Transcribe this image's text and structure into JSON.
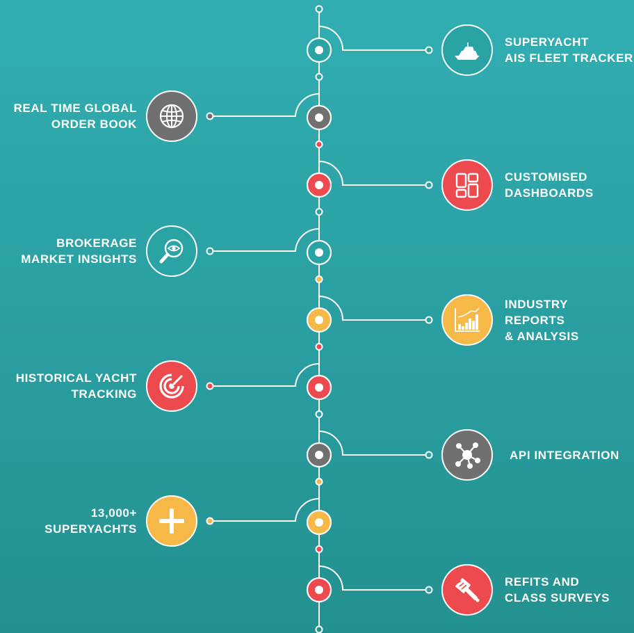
{
  "colors": {
    "teal": "#2aa3a4",
    "gray": "#707070",
    "red": "#ec4a4f",
    "yellow": "#f6b846",
    "line": "#ffffff"
  },
  "features": [
    {
      "id": "ais-fleet-tracker",
      "side": "right",
      "color": "teal",
      "icon": "superyacht-icon",
      "label": "SUPERYACHT\nAIS FLEET TRACKER"
    },
    {
      "id": "order-book",
      "side": "left",
      "color": "gray",
      "icon": "globe-icon",
      "label": "REAL TIME GLOBAL\nORDER BOOK"
    },
    {
      "id": "dashboards",
      "side": "right",
      "color": "red",
      "icon": "dashboard-icon",
      "label": "CUSTOMISED\nDASHBOARDS"
    },
    {
      "id": "market-insights",
      "side": "left",
      "color": "teal",
      "icon": "magnifier-eye-icon",
      "label": "BROKERAGE\nMARKET INSIGHTS"
    },
    {
      "id": "industry-reports",
      "side": "right",
      "color": "yellow",
      "icon": "bar-chart-icon",
      "label": "INDUSTRY\nREPORTS\n& ANALYSIS"
    },
    {
      "id": "historical-tracking",
      "side": "left",
      "color": "red",
      "icon": "radar-icon",
      "label": "HISTORICAL YACHT\nTRACKING"
    },
    {
      "id": "api-integration",
      "side": "right",
      "color": "gray",
      "icon": "network-nodes-icon",
      "label": "API INTEGRATION"
    },
    {
      "id": "superyachts-count",
      "side": "left",
      "color": "yellow",
      "icon": "plus-icon",
      "label": "13,000+\nSUPERYACHTS"
    },
    {
      "id": "refits-surveys",
      "side": "right",
      "color": "red",
      "icon": "paint-brush-icon",
      "label": "REFITS AND\nCLASS SURVEYS"
    }
  ]
}
